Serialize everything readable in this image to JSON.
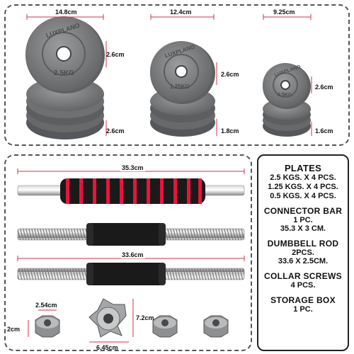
{
  "plates_section": {
    "large_width": "14.8cm",
    "large_thickness_top": "2.6cm",
    "large_thickness_bottom": "2.6cm",
    "large_label": "2.5KG",
    "medium_width": "12.4cm",
    "medium_thickness_top": "2.6cm",
    "medium_thickness_bottom": "1.8cm",
    "medium_label": "1.25KG",
    "small_width": "9.25cm",
    "small_thickness_top": "2.6cm",
    "small_thickness_bottom": "1.6cm",
    "small_label": "0.5KG",
    "brand": "LUXPLANO"
  },
  "bars_section": {
    "connector_length": "35.3cm",
    "rod_length": "33.6cm",
    "collar_hole": "2.54cm",
    "collar_width": "6.45cm",
    "collar_height": "7.2cm",
    "collar_thickness": "2cm"
  },
  "specs": {
    "plates_title": "PLATES",
    "plates_lines": [
      "2.5 KGS. X 4 PCS.",
      "1.25 KGS. X 4 PCS.",
      "0.5 KGS. X 4 PCS."
    ],
    "connector_title": "CONNECTOR BAR",
    "connector_lines": [
      "1 PC.",
      "35.3 X 3 CM."
    ],
    "rod_title": "DUMBBELL ROD",
    "rod_lines": [
      "2PCS.",
      "33.6 X 2.5CM."
    ],
    "collar_title": "COLLAR SCREWS",
    "collar_lines": [
      "4 PCS."
    ],
    "box_title": "STORAGE BOX",
    "box_lines": [
      "1 PC."
    ]
  },
  "colors": {
    "accent": "#d0334a",
    "plate": "#7a7c7d",
    "grip_red": "#e8143a",
    "grip_black": "#1a1a1a"
  }
}
